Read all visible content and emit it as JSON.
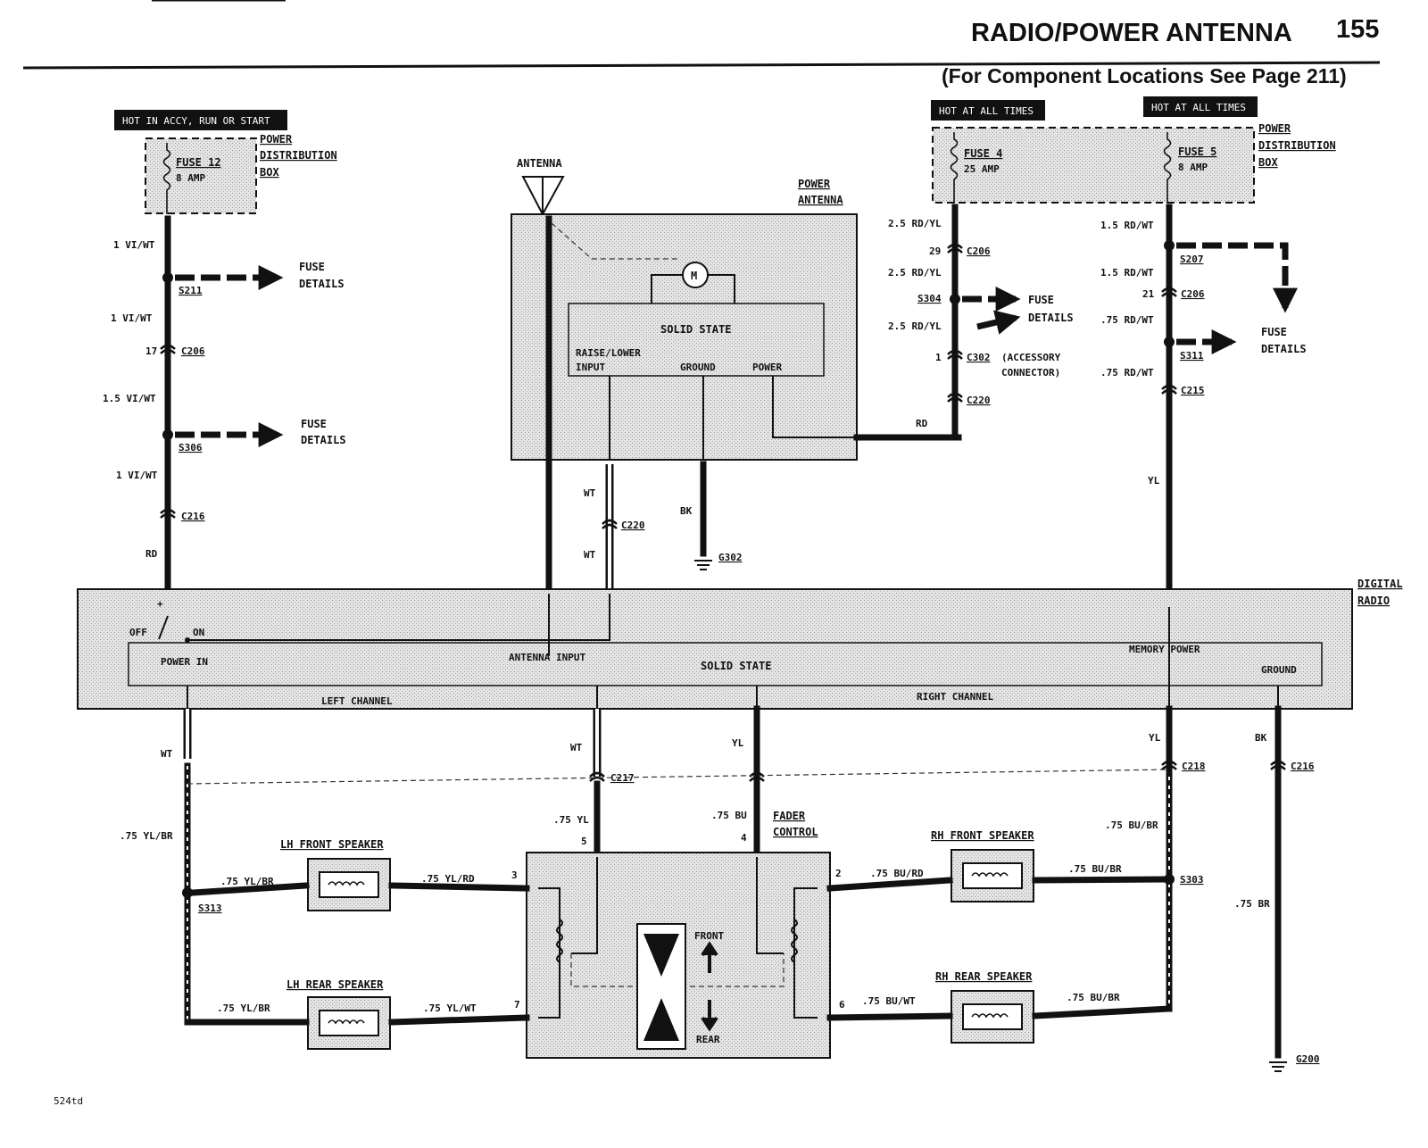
{
  "header": {
    "title": "RADIO/POWER ANTENNA",
    "page_number": "155",
    "subtitle": "(For Component Locations See Page 211)"
  },
  "footer": {
    "code": "524td"
  },
  "hot_labels": {
    "accy": "HOT IN ACCY, RUN OR START",
    "all_times_1": "HOT AT ALL TIMES",
    "all_times_2": "HOT AT ALL TIMES"
  },
  "power_box_left": {
    "label": [
      "POWER",
      "DISTRIBUTION",
      "BOX"
    ],
    "fuse_name": "FUSE 12",
    "fuse_rating": "8 AMP"
  },
  "power_box_right": {
    "label": [
      "POWER",
      "DISTRIBUTION",
      "BOX"
    ],
    "fuse4_name": "FUSE 4",
    "fuse4_rating": "25 AMP",
    "fuse5_name": "FUSE 5",
    "fuse5_rating": "8 AMP"
  },
  "left_feed": {
    "wire1": "1 VI/WT",
    "splice1": "S211",
    "wire2": "1 VI/WT",
    "connector1_pin": "17",
    "connector1": "C206",
    "wire3": "1.5 VI/WT",
    "splice2": "S306",
    "wire4": "1 VI/WT",
    "connector2": "C216",
    "wire5": "RD"
  },
  "fuse_details": [
    "FUSE",
    "DETAILS"
  ],
  "antenna": {
    "label": "ANTENNA",
    "module_label": [
      "POWER",
      "ANTENNA"
    ],
    "motor": "M",
    "solid_state": "SOLID STATE",
    "input_label": [
      "RAISE/LOWER",
      "INPUT"
    ],
    "ground_label": "GROUND",
    "power_label": "POWER",
    "wire_wt1": "WT",
    "connector": "C220",
    "wire_wt2": "WT",
    "wire_bk": "BK",
    "ground": "G302"
  },
  "mid_feed": {
    "wire1": "2.5 RD/YL",
    "connector1_pin": "29",
    "connector1": "C206",
    "wire2": "2.5 RD/YL",
    "splice1": "S304",
    "wire3": "2.5 RD/YL",
    "connector2_pin": "1",
    "connector2": "C302",
    "connector2_note": [
      "(ACCESSORY",
      "CONNECTOR)"
    ],
    "connector3": "C220",
    "wire4": "RD"
  },
  "right_feed": {
    "wire1": "1.5 RD/WT",
    "splice1": "S207",
    "wire2": "1.5 RD/WT",
    "connector1_pin": "21",
    "connector1": "C206",
    "wire3": ".75 RD/WT",
    "splice2": "S311",
    "wire4": ".75 RD/WT",
    "connector2": "C215",
    "wire5": "YL"
  },
  "radio": {
    "label": [
      "DIGITAL",
      "RADIO"
    ],
    "switch_plus": "+",
    "off": "OFF",
    "on": "ON",
    "power_in": "POWER IN",
    "antenna_input": "ANTENNA INPUT",
    "solid_state": "SOLID STATE",
    "memory_power": "MEMORY POWER",
    "ground": "GROUND",
    "left_channel": "LEFT CHANNEL",
    "right_channel": "RIGHT CHANNEL"
  },
  "outputs": {
    "wt_left": "WT",
    "wt_mid": "WT",
    "c217": "C217",
    "yl_mid": "YL",
    "yl_right": "YL",
    "c218": "C218",
    "bk": "BK",
    "c216": "C216",
    "br": ".75 BR",
    "ground": "G200"
  },
  "fader": {
    "label": [
      "FADER",
      "CONTROL"
    ],
    "pin5_wire": ".75 YL",
    "pin5": "5",
    "pin4_wire": ".75 BU",
    "pin4": "4",
    "pin3": "3",
    "pin2": "2",
    "pin7": "7",
    "pin6": "6",
    "front": "FRONT",
    "rear": "REAR"
  },
  "speakers": {
    "lh_front": "LH FRONT SPEAKER",
    "lh_rear": "LH REAR SPEAKER",
    "rh_front": "RH FRONT SPEAKER",
    "rh_rear": "RH REAR SPEAKER"
  },
  "speaker_wires": {
    "lh_vertical": ".75 YL/BR",
    "s313": "S313",
    "lhf_left": ".75 YL/BR",
    "lhf_right": ".75 YL/RD",
    "lhr_left": ".75 YL/BR",
    "lhr_right": ".75 YL/WT",
    "rhf_left": ".75 BU/RD",
    "rhf_right": ".75 BU/BR",
    "rh_vertical": ".75 BU/BR",
    "s303": "S303",
    "rhr_left": ".75 BU/WT",
    "rhr_right": ".75 BU/BR"
  }
}
